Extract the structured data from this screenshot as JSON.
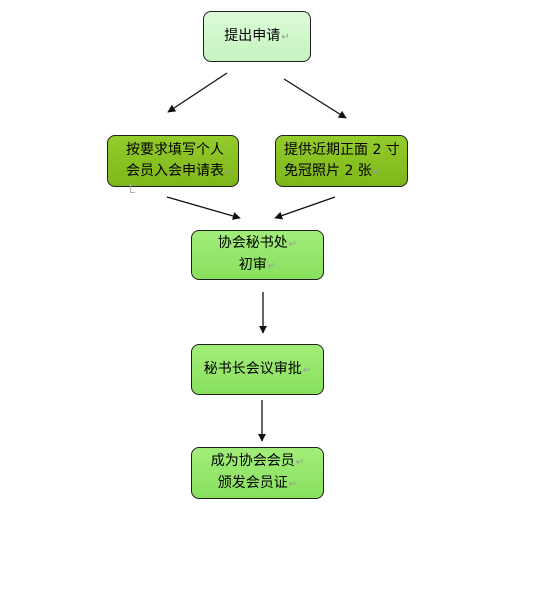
{
  "flowchart": {
    "steps": [
      {
        "lines": [
          "提出申请"
        ],
        "mark": "↵"
      },
      {
        "lines": [
          "按要求填写个人",
          "会员入会申请表"
        ],
        "mark": "↵"
      },
      {
        "lines": [
          "提供近期正面 2 寸",
          "免冠照片 2 张"
        ],
        "mark": "↵"
      },
      {
        "lines": [
          "协会秘书处",
          "初审"
        ],
        "mark": "↵"
      },
      {
        "lines": [
          "秘书长会议审批"
        ],
        "mark": "↵"
      },
      {
        "lines": [
          "成为协会会员",
          "颁发会员证"
        ],
        "mark": "↵"
      }
    ]
  },
  "colors": {
    "start_fill": "#d6f8d2",
    "input_fill": "#8cc526",
    "process_fill": "#96e66c",
    "border": "#1f1f1f",
    "arrow": "#111111"
  }
}
